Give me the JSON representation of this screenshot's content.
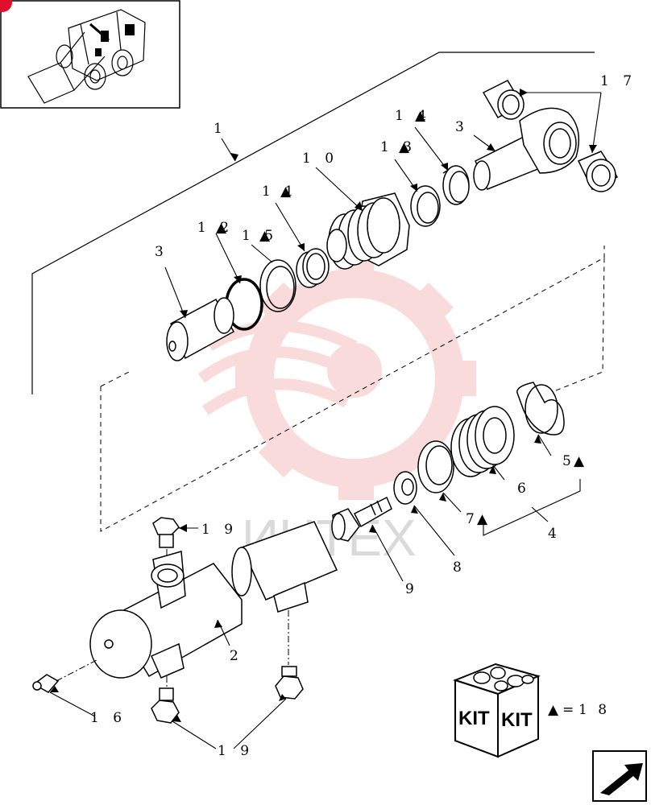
{
  "figure": "hydraulic-cylinder-exploded-view",
  "watermark_text": "ИНТЕХ",
  "marker_symbol": "▲",
  "kit_legend": {
    "symbol": "▲",
    "equals": "=",
    "value": "1 8"
  },
  "kit_box_labels": [
    "KIT",
    "KIT"
  ],
  "callouts": {
    "c1": "1",
    "c2": "2",
    "c3a": "3",
    "c3b": "3",
    "c4": "4",
    "c5": "5",
    "c6": "6",
    "c7": "7",
    "c8": "8",
    "c9": "9",
    "c10": "1 0",
    "c11": "1 1",
    "c12": "1 2",
    "c13": "1 3",
    "c14": "1 4",
    "c15": "1 5",
    "c16": "1 6",
    "c17": "1 7",
    "c19a": "1 9",
    "c19b": "1 9"
  },
  "colors": {
    "line": "#000000",
    "watermark_red": "#f08080",
    "badge": "#e0102a"
  }
}
